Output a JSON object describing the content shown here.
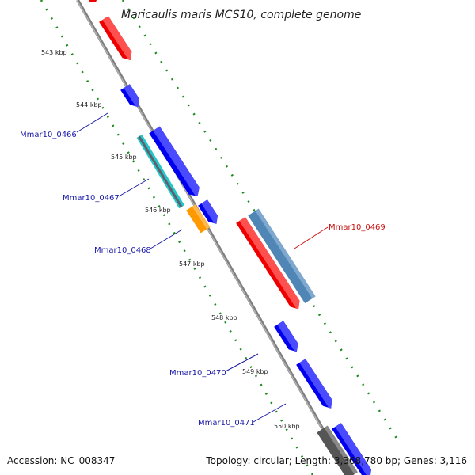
{
  "map": {
    "title": "Maricaulis maris MCS10, complete genome",
    "ticks": [
      "543 kbp",
      "544 kbp",
      "545 kbp",
      "546 kbp",
      "547 kbp",
      "548 kbp",
      "549 kbp",
      "550 kbp"
    ],
    "gene_labels": [
      {
        "text": "Mmar10_0466",
        "color": "#1a1aa8"
      },
      {
        "text": "Mmar10_0467",
        "color": "#1a1aa8"
      },
      {
        "text": "Mmar10_0468",
        "color": "#1a1aa8"
      },
      {
        "text": "Mmar10_0469",
        "color": "#cc1111"
      },
      {
        "text": "Mmar10_0470",
        "color": "#1a1aa8"
      },
      {
        "text": "Mmar10_0471",
        "color": "#1a1aa8"
      }
    ],
    "colors": {
      "backbone": "#8c8c8c",
      "forward_gene": "#0000ee",
      "reverse_gene": "#ee0000",
      "cyan_feature": "#22c8c8",
      "orange_feature": "#ff9900",
      "steel_feature": "#4f86b5",
      "gray_feature": "#555555",
      "tick_marks": "#1a8a1a"
    }
  },
  "footer": {
    "accession": "Accession: NC_008347",
    "summary": "Topology: circular; Length: 3,368,780 bp; Genes: 3,116"
  }
}
